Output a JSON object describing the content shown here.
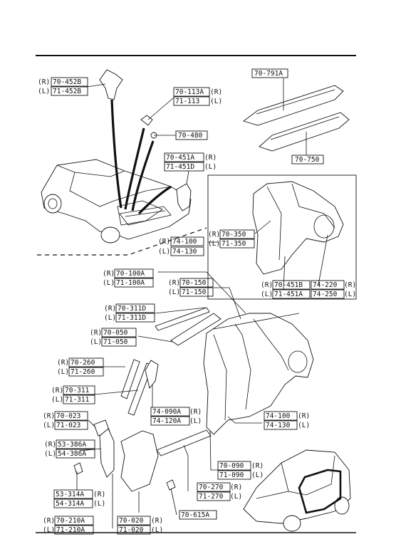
{
  "callouts": {
    "c_452": {
      "side_top": "(R)",
      "num_top": "70-452B",
      "side_bot": "(L)",
      "num_bot": "71-452B"
    },
    "c_113": {
      "num_top": "70-113A",
      "side_top": "(R)",
      "num_bot": "71-113",
      "side_bot": "(L)"
    },
    "c_480": {
      "num": "70-480"
    },
    "c_451a": {
      "num_top": "70-451A",
      "side_top": "(R)",
      "num_bot": "71-451D",
      "side_bot": "(L)"
    },
    "c_791": {
      "num": "70-791A"
    },
    "c_750": {
      "num": "70-750"
    },
    "c_350": {
      "side_top": "(R)",
      "num_top": "70-350",
      "side_bot": "(L)",
      "num_bot": "71-350"
    },
    "c_74100a": {
      "side_top": "(R)",
      "num_top": "74-100",
      "side_bot": "(L)",
      "num_bot": "74-130"
    },
    "c_100a": {
      "side_top": "(R)",
      "num_top": "70-100A",
      "side_bot": "(L)",
      "num_bot": "71-100A"
    },
    "c_150": {
      "side_top": "(R)",
      "num_top": "70-150",
      "side_bot": "(L)",
      "num_bot": "71-150"
    },
    "c_451b": {
      "side_top": "(R)",
      "num_top": "70-451B",
      "side_bot": "(L)",
      "num_bot": "71-451A"
    },
    "c_220": {
      "num_top": "74-220",
      "side_top": "(R)",
      "num_bot": "74-250",
      "side_bot": "(L)"
    },
    "c_311d": {
      "side_top": "(R)",
      "num_top": "70-311D",
      "side_bot": "(L)",
      "num_bot": "71-311D"
    },
    "c_050": {
      "side_top": "(R)",
      "num_top": "70-050",
      "side_bot": "(L)",
      "num_bot": "71-050"
    },
    "c_260": {
      "side_top": "(R)",
      "num_top": "70-260",
      "side_bot": "(L)",
      "num_bot": "71-260"
    },
    "c_311": {
      "side_top": "(R)",
      "num_top": "70-311",
      "side_bot": "(L)",
      "num_bot": "71-311"
    },
    "c_090a": {
      "num_top": "74-090A",
      "side_top": "(R)",
      "num_bot": "74-120A",
      "side_bot": "(L)"
    },
    "c_023": {
      "side_top": "(R)",
      "num_top": "70-023",
      "side_bot": "(L)",
      "num_bot": "71-023"
    },
    "c_386": {
      "side_top": "(R)",
      "num_top": "53-386A",
      "side_bot": "(L)",
      "num_bot": "54-386A"
    },
    "c_74100b": {
      "num_top": "74-100",
      "side_top": "(R)",
      "num_bot": "74-130",
      "side_bot": "(L)"
    },
    "c_090": {
      "num_top": "70-090",
      "side_top": "(R)",
      "num_bot": "71-090",
      "side_bot": "(L)"
    },
    "c_314": {
      "num_top": "53-314A",
      "side_top": "(R)",
      "num_bot": "54-314A",
      "side_bot": "(L)"
    },
    "c_270": {
      "num_top": "70-270",
      "side_top": "(R)",
      "num_bot": "71-270",
      "side_bot": "(L)"
    },
    "c_210": {
      "side_top": "(R)",
      "num_top": "70-210A",
      "side_bot": "(L)",
      "num_bot": "71-210A"
    },
    "c_020": {
      "num_top": "70-020",
      "side_top": "(R)",
      "num_bot": "71-020",
      "side_bot": "(L)"
    },
    "c_615": {
      "num": "70-615A"
    }
  }
}
